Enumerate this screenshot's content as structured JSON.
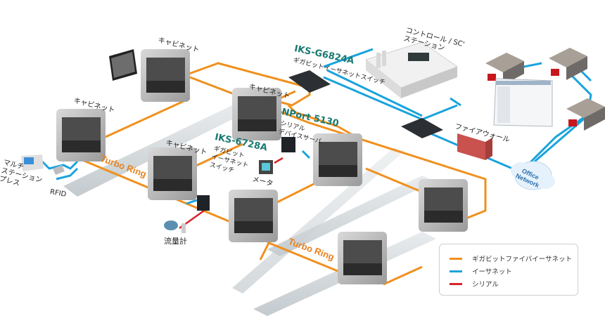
{
  "colors": {
    "gigabit": "#f0901e",
    "ethernet": "#1aa3dc",
    "serial": "#d8232a",
    "model_text": "#1a7a72",
    "turbo_ring_text": "#e8821e",
    "cloud_text": "#2a6fb0"
  },
  "labels": {
    "cabinet_1": "キャビネット",
    "cabinet_2": "キャビネット",
    "cabinet_3": "キャビネット",
    "cabinet_4": "キャビネット",
    "control_station": "コントロール / SC'\nステーション",
    "firewall": "ファイアウォール",
    "meter": "メータ",
    "flowmeter": "流量計",
    "multi_station_press": "マルチ\nステーション\nプレス",
    "rfid": "RFID",
    "office_network": "Office\nNetwork"
  },
  "devices": {
    "iks_g6824a": {
      "model": "IKS-G6824A",
      "desc": "ギガビットイーサネットスイッチ"
    },
    "iks_6728a": {
      "model": "IKS-6728A",
      "desc": "ギガビット\nイーサネット\nスイッチ"
    },
    "nport_5130": {
      "model": "NPort 5130",
      "desc": "シリアル\nデバイスサーバ"
    }
  },
  "rings": [
    "Turbo Ring",
    "Turbo Ring"
  ],
  "legend": [
    {
      "label": "ギガビットファイバイーサネット",
      "color": "#f0901e"
    },
    {
      "label": "イーサネット",
      "color": "#1aa3dc"
    },
    {
      "label": "シリアル",
      "color": "#d8232a"
    }
  ]
}
